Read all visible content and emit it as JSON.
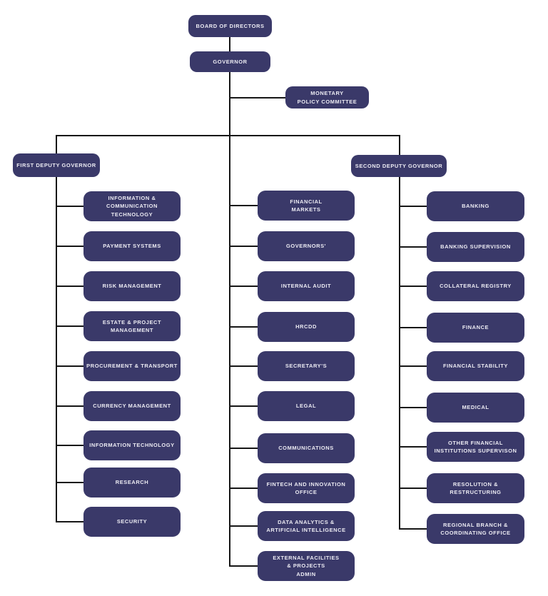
{
  "colors": {
    "box_fill": "#3a3969",
    "box_text": "#ecebf3",
    "line": "#161616",
    "background": "#ffffff"
  },
  "org": {
    "board": {
      "label": "BOARD OF DIRECTORS"
    },
    "governor": {
      "label": "GOVERNOR"
    },
    "monetary_policy_committee": {
      "label": "MONETARY\nPOLICY COMMITTEE"
    },
    "first_deputy_governor": {
      "label": "FIRST DEPUTY GOVERNOR"
    },
    "second_deputy_governor": {
      "label": "SECOND DEPUTY GOVERNOR"
    },
    "columns": [
      {
        "name": "first-deputy-governor-departments",
        "boxes": [
          {
            "id": "information-communication-technology",
            "label": "INFORMATION &\nCOMMUNICATION\nTECHNOLOGY"
          },
          {
            "id": "payment-systems",
            "label": "PAYMENT SYSTEMS"
          },
          {
            "id": "risk-management",
            "label": "RISK MANAGEMENT"
          },
          {
            "id": "estate-project-management",
            "label": "ESTATE & PROJECT\nMANAGEMENT"
          },
          {
            "id": "procurement-transport",
            "label": "PROCUREMENT & TRANSPORT"
          },
          {
            "id": "currency-management",
            "label": "CURRENCY MANAGEMENT"
          },
          {
            "id": "information-technology",
            "label": "INFORMATION TECHNOLOGY"
          },
          {
            "id": "research",
            "label": "RESEARCH"
          },
          {
            "id": "security",
            "label": "SECURITY"
          }
        ]
      },
      {
        "name": "governor-departments",
        "boxes": [
          {
            "id": "financial-markets",
            "label": "FINANCIAL\nMARKETS"
          },
          {
            "id": "governors",
            "label": "GOVERNORS'"
          },
          {
            "id": "internal-audit",
            "label": "INTERNAL AUDIT"
          },
          {
            "id": "hrcdd",
            "label": "HRCDD"
          },
          {
            "id": "secretarys",
            "label": "SECRETARY'S"
          },
          {
            "id": "legal",
            "label": "LEGAL"
          },
          {
            "id": "communications",
            "label": "COMMUNICATIONS"
          },
          {
            "id": "fintech-innovation-office",
            "label": "FINTECH AND INNOVATION\nOFFICE"
          },
          {
            "id": "data-analytics-ai",
            "label": "DATA ANALYTICS &\nARTIFICIAL INTELLIGENCE"
          },
          {
            "id": "external-facilities-projects-admin",
            "label": "EXTERNAL FACILITIES\n& PROJECTS\nADMIN"
          }
        ]
      },
      {
        "name": "second-deputy-governor-departments",
        "boxes": [
          {
            "id": "banking",
            "label": "BANKING"
          },
          {
            "id": "banking-supervision",
            "label": "BANKING SUPERVISION"
          },
          {
            "id": "collateral-registry",
            "label": "COLLATERAL REGISTRY"
          },
          {
            "id": "finance",
            "label": "FINANCE"
          },
          {
            "id": "financial-stability",
            "label": "FINANCIAL STABILITY"
          },
          {
            "id": "medical",
            "label": "MEDICAL"
          },
          {
            "id": "other-financial-institutions-supervision",
            "label": "OTHER FINANCIAL\nINSTITUTIONS SUPERVISON"
          },
          {
            "id": "resolution-restructuring",
            "label": "RESOLUTION &\nRESTRUCTURING"
          },
          {
            "id": "regional-branch-coordinating-office",
            "label": "REGIONAL BRANCH &\nCOORDINATING OFFICE"
          }
        ]
      }
    ]
  }
}
